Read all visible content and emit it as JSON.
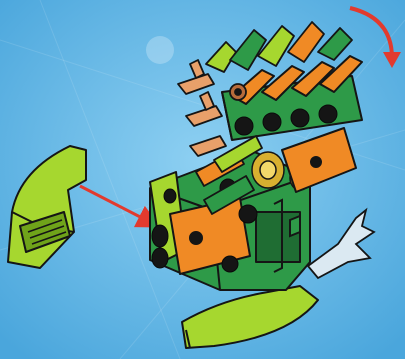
{
  "scene": {
    "subject": "build-step-illustration",
    "background_color": "#5fb4e2",
    "colors": {
      "lime": "#a6d72f",
      "lime_dark": "#6fa31a",
      "green": "#2e9a48",
      "green_dark": "#1f6d33",
      "orange": "#f08a25",
      "orange_dark": "#c25f10",
      "tan": "#e8a06a",
      "tan_dark": "#b86c3b",
      "gold": "#d8b030",
      "black": "#151515",
      "trans_clear": "#dbe9f2",
      "arrow_red": "#e23a2e"
    },
    "arrows": {
      "attach": "red-arrow-attach",
      "rotate": "red-arrow-rotate-clockwise"
    }
  }
}
